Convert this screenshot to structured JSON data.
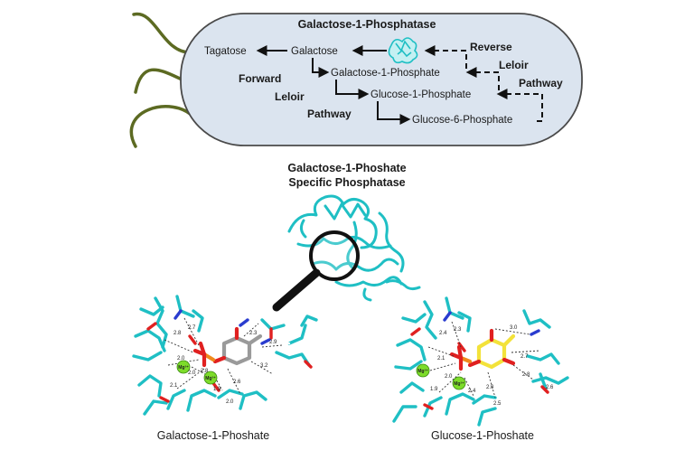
{
  "cell": {
    "enzyme_label": "Galactose-1-Phosphatase",
    "metabolites": {
      "tagatose": "Tagatose",
      "galactose": "Galactose",
      "gal1p": "Galactose-1-Phosphate",
      "glc1p": "Glucose-1-Phosphate",
      "glc6p": "Glucose-6-Phosphate"
    },
    "forward_pathway": [
      "Forward",
      "Leloir",
      "Pathway"
    ],
    "reverse_pathway": [
      "Reverse",
      "Leloir",
      "Pathway"
    ]
  },
  "specific_phosphatase": {
    "title_line1": "Galactose-1-Phoshate",
    "title_line2": "Specific Phosphatase"
  },
  "active_sites": {
    "left_caption": "Galactose-1-Phoshate",
    "right_caption": "Glucose-1-Phoshate",
    "metal_label": "Mg²⁺",
    "left_distances": [
      "2.8",
      "2.7",
      "2.0",
      "2.0",
      "2.1",
      "1.9",
      "2.3",
      "2.9",
      "3.2",
      "2.6",
      "2.8",
      "2.0"
    ],
    "right_distances": [
      "2.4",
      "2.3",
      "2.1",
      "2.0",
      "1.9",
      "2.4",
      "3.0",
      "2.7",
      "2.8",
      "2.0",
      "2.5",
      "2.6"
    ]
  },
  "colors": {
    "cell_fill": "#dbe4ef",
    "cell_stroke": "#4a4a4a",
    "flagella": "#5c6a22",
    "protein": "#1fbfc4",
    "magnesium": "#7ddc2a",
    "substrate_gal": "#9a9a9a",
    "substrate_glc": "#f3e23a",
    "phosphorus": "#f08a1c",
    "oxygen": "#e02020",
    "nitrogen": "#2a3ccf"
  }
}
